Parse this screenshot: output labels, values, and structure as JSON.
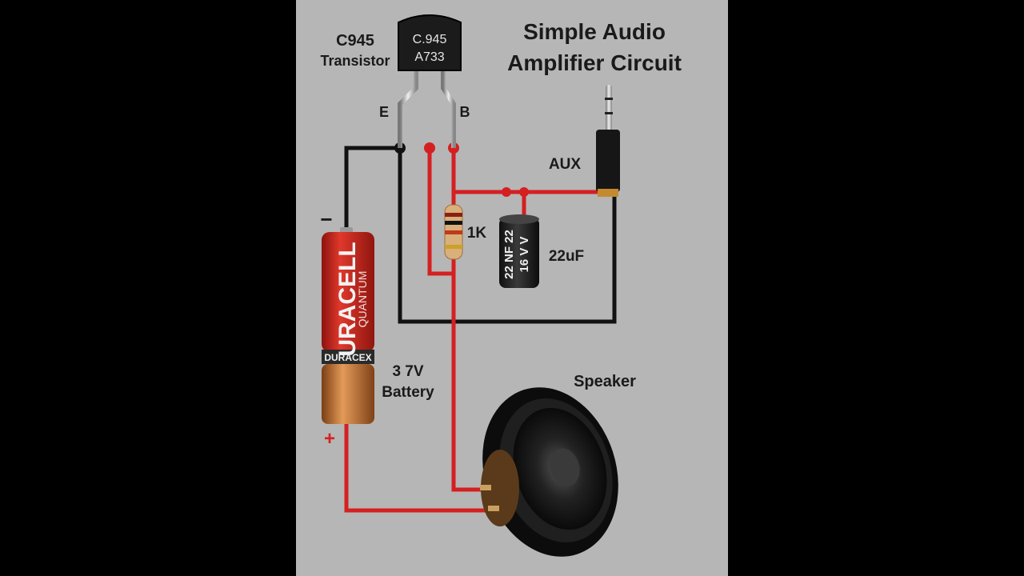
{
  "title": {
    "line1": "Simple Audio",
    "line2": "Amplifier Circuit"
  },
  "transistor": {
    "part_label": "C945",
    "part_sublabel": "Transistor",
    "marking_line1": "C.945",
    "marking_line2": "A733",
    "pin_e": "E",
    "pin_b": "B"
  },
  "aux": {
    "label": "AUX"
  },
  "resistor": {
    "label": "1K"
  },
  "capacitor": {
    "label": "22uF",
    "marking_line1": "22 NF 22",
    "marking_line2": "16 V V"
  },
  "battery": {
    "brand": "URACELL",
    "subbrand": "QUANTUM",
    "band": "DURACEX",
    "label_line1": "3 7V",
    "label_line2": "Battery",
    "minus": "−",
    "plus": "+"
  },
  "speaker": {
    "label": "Speaker"
  },
  "colors": {
    "wire_red": "#d42020",
    "wire_black": "#111111",
    "background": "#b6b6b6",
    "battery_red": "#c8261d",
    "battery_copper": "#c87a3a"
  }
}
